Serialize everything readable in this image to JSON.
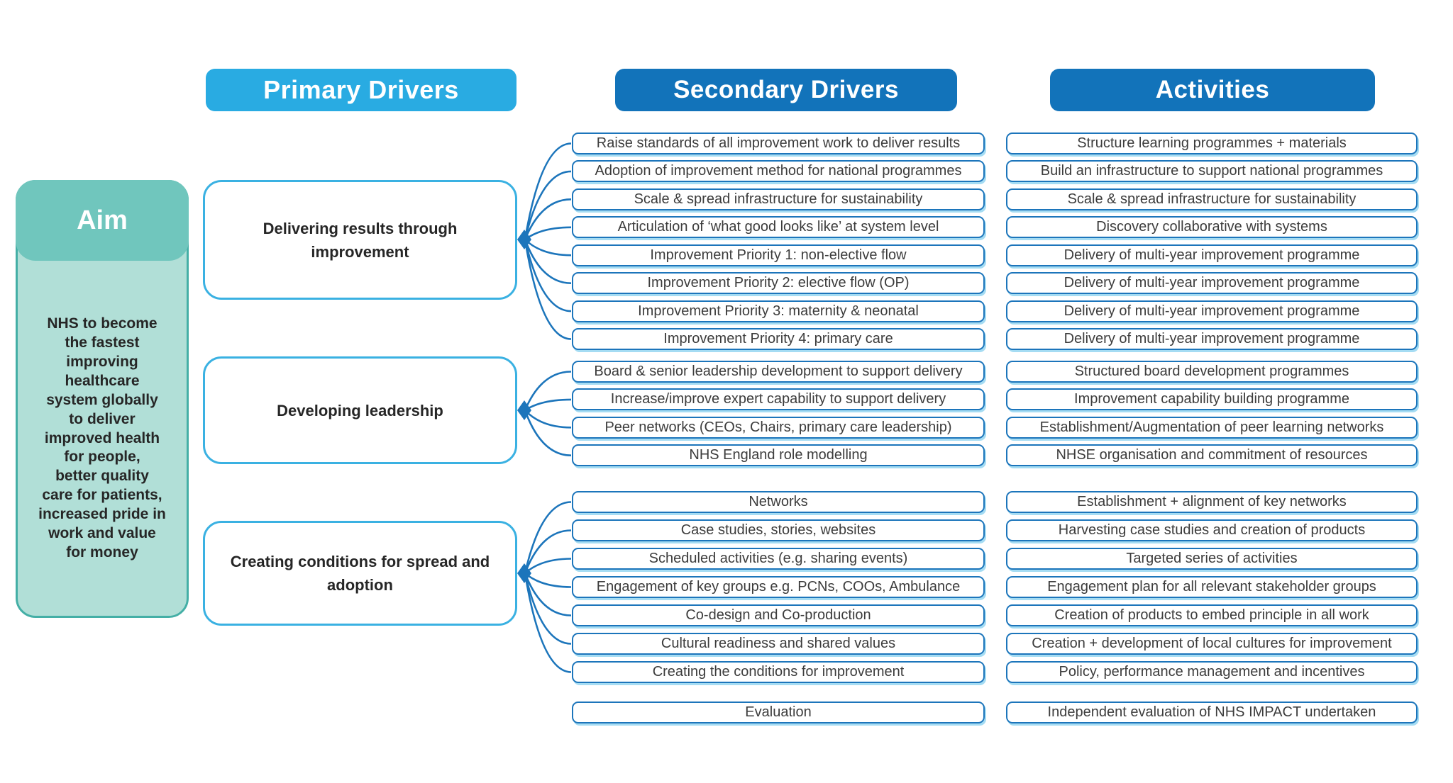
{
  "headers": {
    "primary": "Primary Drivers",
    "secondary": "Secondary Drivers",
    "activities": "Activities"
  },
  "aim": {
    "title": "Aim",
    "body": "NHS to become\nthe fastest\nimproving\nhealthcare\nsystem globally\nto deliver\nimproved health\nfor people,\nbetter quality\ncare for patients,\nincreased pride in\nwork and value\nfor money"
  },
  "primary_drivers": [
    {
      "label": "Delivering results through\nimprovement"
    },
    {
      "label": "Developing leadership"
    },
    {
      "label": "Creating conditions for spread and\nadoption"
    }
  ],
  "secondary_groups": [
    {
      "items": [
        "Raise standards of all improvement work to deliver results",
        "Adoption of improvement method for national programmes",
        "Scale & spread infrastructure for sustainability",
        "Articulation of ‘what good looks like’ at system level",
        "Improvement Priority 1: non-elective flow",
        "Improvement Priority 2: elective flow (OP)",
        "Improvement Priority 3: maternity & neonatal",
        "Improvement Priority 4: primary care"
      ]
    },
    {
      "items": [
        "Board & senior leadership development to support delivery",
        "Increase/improve expert capability to support delivery",
        "Peer networks (CEOs, Chairs, primary care leadership)",
        "NHS England role modelling"
      ]
    },
    {
      "items": [
        "Networks",
        "Case studies, stories, websites",
        "Scheduled activities (e.g. sharing events)",
        "Engagement of key groups e.g. PCNs, COOs, Ambulance",
        "Co-design and Co-production",
        "Cultural readiness and shared values",
        "Creating the conditions for improvement"
      ]
    }
  ],
  "activity_groups": [
    {
      "items": [
        "Structure learning programmes + materials",
        "Build an infrastructure to support national programmes",
        "Scale & spread infrastructure for sustainability",
        "Discovery collaborative with systems",
        "Delivery of multi-year improvement programme",
        "Delivery of multi-year improvement programme",
        "Delivery of multi-year improvement programme",
        "Delivery of multi-year improvement programme"
      ]
    },
    {
      "items": [
        "Structured board development programmes",
        "Improvement capability building programme",
        "Establishment/Augmentation of peer learning networks",
        "NHSE organisation and commitment of resources"
      ]
    },
    {
      "items": [
        "Establishment + alignment of key networks",
        "Harvesting case studies and creation of products",
        "Targeted series of activities",
        "Engagement plan for all relevant stakeholder groups",
        "Creation of products to embed principle in all work",
        "Creation + development of local cultures for improvement",
        "Policy, performance management and incentives"
      ]
    }
  ],
  "evaluation": {
    "secondary": "Evaluation",
    "activity": "Independent evaluation of NHS IMPACT undertaken"
  },
  "colors": {
    "primary_header": "#29ABE2",
    "secondary_header": "#1273BA",
    "row_border": "#1C75BB",
    "connector_line": "#1C75BB",
    "primary_box_border": "#3AB1E2",
    "aim_header_fill": "#70C6BD",
    "aim_body_fill": "#B1DFD7",
    "aim_border": "#44AFA6",
    "text_dark": "#262626"
  }
}
